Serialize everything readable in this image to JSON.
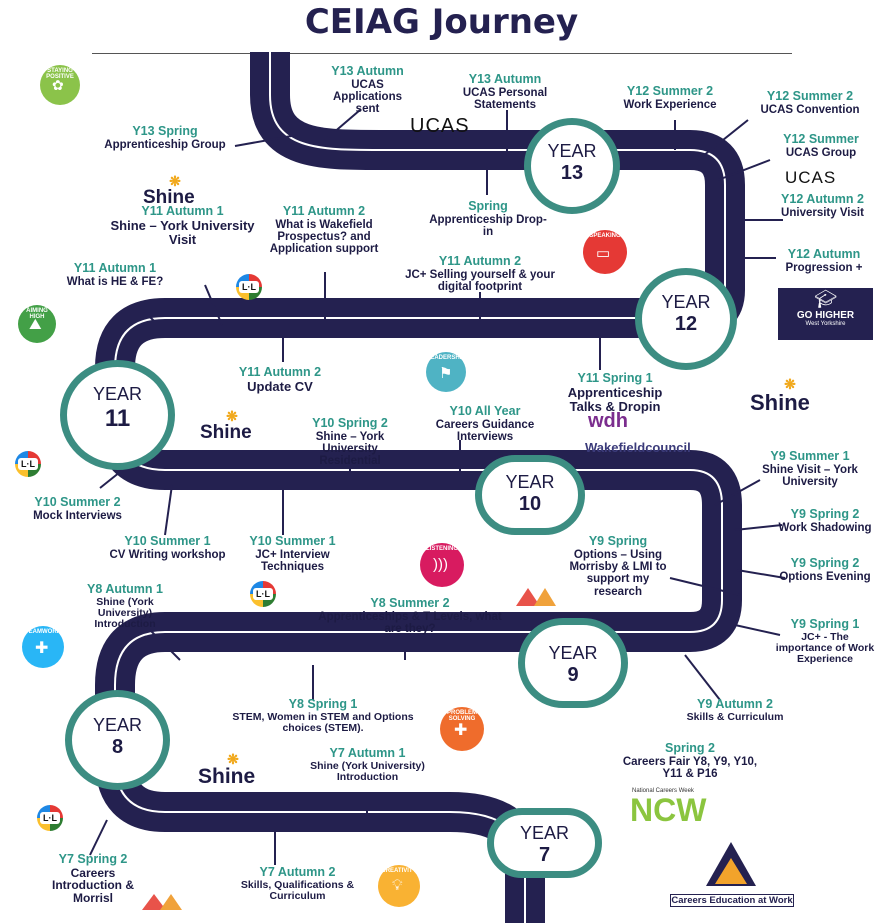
{
  "title": "CEIAG Journey",
  "colors": {
    "road": "#242150",
    "accent": "#3c8d82",
    "heading": "#2e9688",
    "text": "#1d1b44"
  },
  "years": {
    "y13": {
      "word": "YEAR",
      "num": "13"
    },
    "y12": {
      "word": "YEAR",
      "num": "12"
    },
    "y11": {
      "word": "YEAR",
      "num": "11"
    },
    "y10": {
      "word": "YEAR",
      "num": "10"
    },
    "y9": {
      "word": "YEAR",
      "num": "9"
    },
    "y8": {
      "word": "YEAR",
      "num": "8"
    },
    "y7": {
      "word": "YEAR",
      "num": "7"
    }
  },
  "milestones": {
    "y13_autumn_ucas": {
      "term": "Y13 Autumn",
      "text": "UCAS Applications sent"
    },
    "y13_autumn_ps": {
      "term": "Y13 Autumn",
      "text": "UCAS Personal Statements"
    },
    "y13_spring": {
      "term": "Y13 Spring",
      "text": "Apprenticeship Group"
    },
    "spring_dropin": {
      "term": "Spring",
      "text": "Apprenticeship Drop-in"
    },
    "y12_summer2_we": {
      "term": "Y12 Summer 2",
      "text": "Work Experience"
    },
    "y12_summer2_conv": {
      "term": "Y12 Summer 2",
      "text": "UCAS Convention"
    },
    "y12_summer_group": {
      "term": "Y12 Summer",
      "text": "UCAS Group"
    },
    "y12_autumn2": {
      "term": "Y12 Autumn 2",
      "text": "University Visit"
    },
    "y12_autumn": {
      "term": "Y12 Autumn",
      "text": "Progression +"
    },
    "y11_autumn1_shine": {
      "term": "Y11 Autumn 1",
      "text": "Shine – York University Visit"
    },
    "y11_autumn2_prosp": {
      "term": "Y11 Autumn 2",
      "text": "What is Wakefield Prospectus? and Application support"
    },
    "y11_autumn2_jc": {
      "term": "Y11 Autumn 2",
      "text": "JC+ Selling yourself & your digital footprint"
    },
    "y11_autumn1_he": {
      "term": "Y11 Autumn 1",
      "text": "What is HE & FE?"
    },
    "y11_autumn2_cv": {
      "term": "Y11 Autumn 2",
      "text": "Update CV"
    },
    "y11_spring1": {
      "term": "Y11 Spring 1",
      "text": "Apprenticeship Talks & Dropin"
    },
    "y10_all_year": {
      "term": "Y10 All Year",
      "text": "Careers Guidance Interviews"
    },
    "y10_spring2": {
      "term": "Y10 Spring 2",
      "text": "Shine – York University Residential"
    },
    "y10_summer2": {
      "term": "Y10 Summer 2",
      "text": "Mock Interviews"
    },
    "y10_summer1_cv": {
      "term": "Y10 Summer 1",
      "text": "CV Writing workshop"
    },
    "y10_summer1_jc": {
      "term": "Y10 Summer 1",
      "text": "JC+ Interview Techniques"
    },
    "y9_summer1": {
      "term": "Y9 Summer 1",
      "text": "Shine Visit – York University"
    },
    "y9_spring2_ws": {
      "term": "Y9 Spring 2",
      "text": "Work Shadowing"
    },
    "y9_spring2_oe": {
      "term": "Y9 Spring 2",
      "text": "Options Evening"
    },
    "y9_spring": {
      "term": "Y9 Spring",
      "text": "Options – Using Morrisby & LMI to support my research"
    },
    "y9_spring1": {
      "term": "Y9 Spring 1",
      "text": "JC+ - The importance of Work Experience"
    },
    "y9_autumn2": {
      "term": "Y9 Autumn 2",
      "text": "Skills & Curriculum"
    },
    "y8_autumn1": {
      "term": "Y8 Autumn 1",
      "text": "Shine (York University) Introduction"
    },
    "y8_summer2": {
      "term": "Y8 Summer 2",
      "text": "Apprenticeships & T Levels, what are they?"
    },
    "y8_spring1": {
      "term": "Y8 Spring 1",
      "text": "STEM, Women in STEM and Options choices (STEM)."
    },
    "spring2_fair": {
      "term": "Spring 2",
      "text": "Careers Fair Y8, Y9, Y10, Y11 & P16"
    },
    "y7_autumn1": {
      "term": "Y7 Autumn 1",
      "text": "Shine (York University) Introduction"
    },
    "y7_spring2": {
      "term": "Y7 Spring 2",
      "text": "Careers Introduction & Morrisl"
    },
    "y7_autumn2": {
      "term": "Y7 Autumn 2",
      "text": "Skills, Qualifications & Curriculum"
    }
  },
  "logos": {
    "ucas": "UCAS",
    "shine": "Shine",
    "go_higher": "GO HIGHER",
    "go_higher_sub": "West Yorkshire",
    "wdh": "wdh",
    "wakefield": "Wakefieldcouncil",
    "ncw_small": "National Careers Week",
    "ncw": "NCW",
    "cew": "Careers Education at Work",
    "aiming_high": "AIMING HIGH",
    "staying_positive": "STAYING POSITIVE",
    "speaking": "SPEAKING",
    "leadership": "LEADERSHIP",
    "listening": "LISTENING",
    "teamwork": "TEAMWORK",
    "problem_solving": "PROBLEM SOLVING",
    "creativity": "CREATIVITY"
  }
}
